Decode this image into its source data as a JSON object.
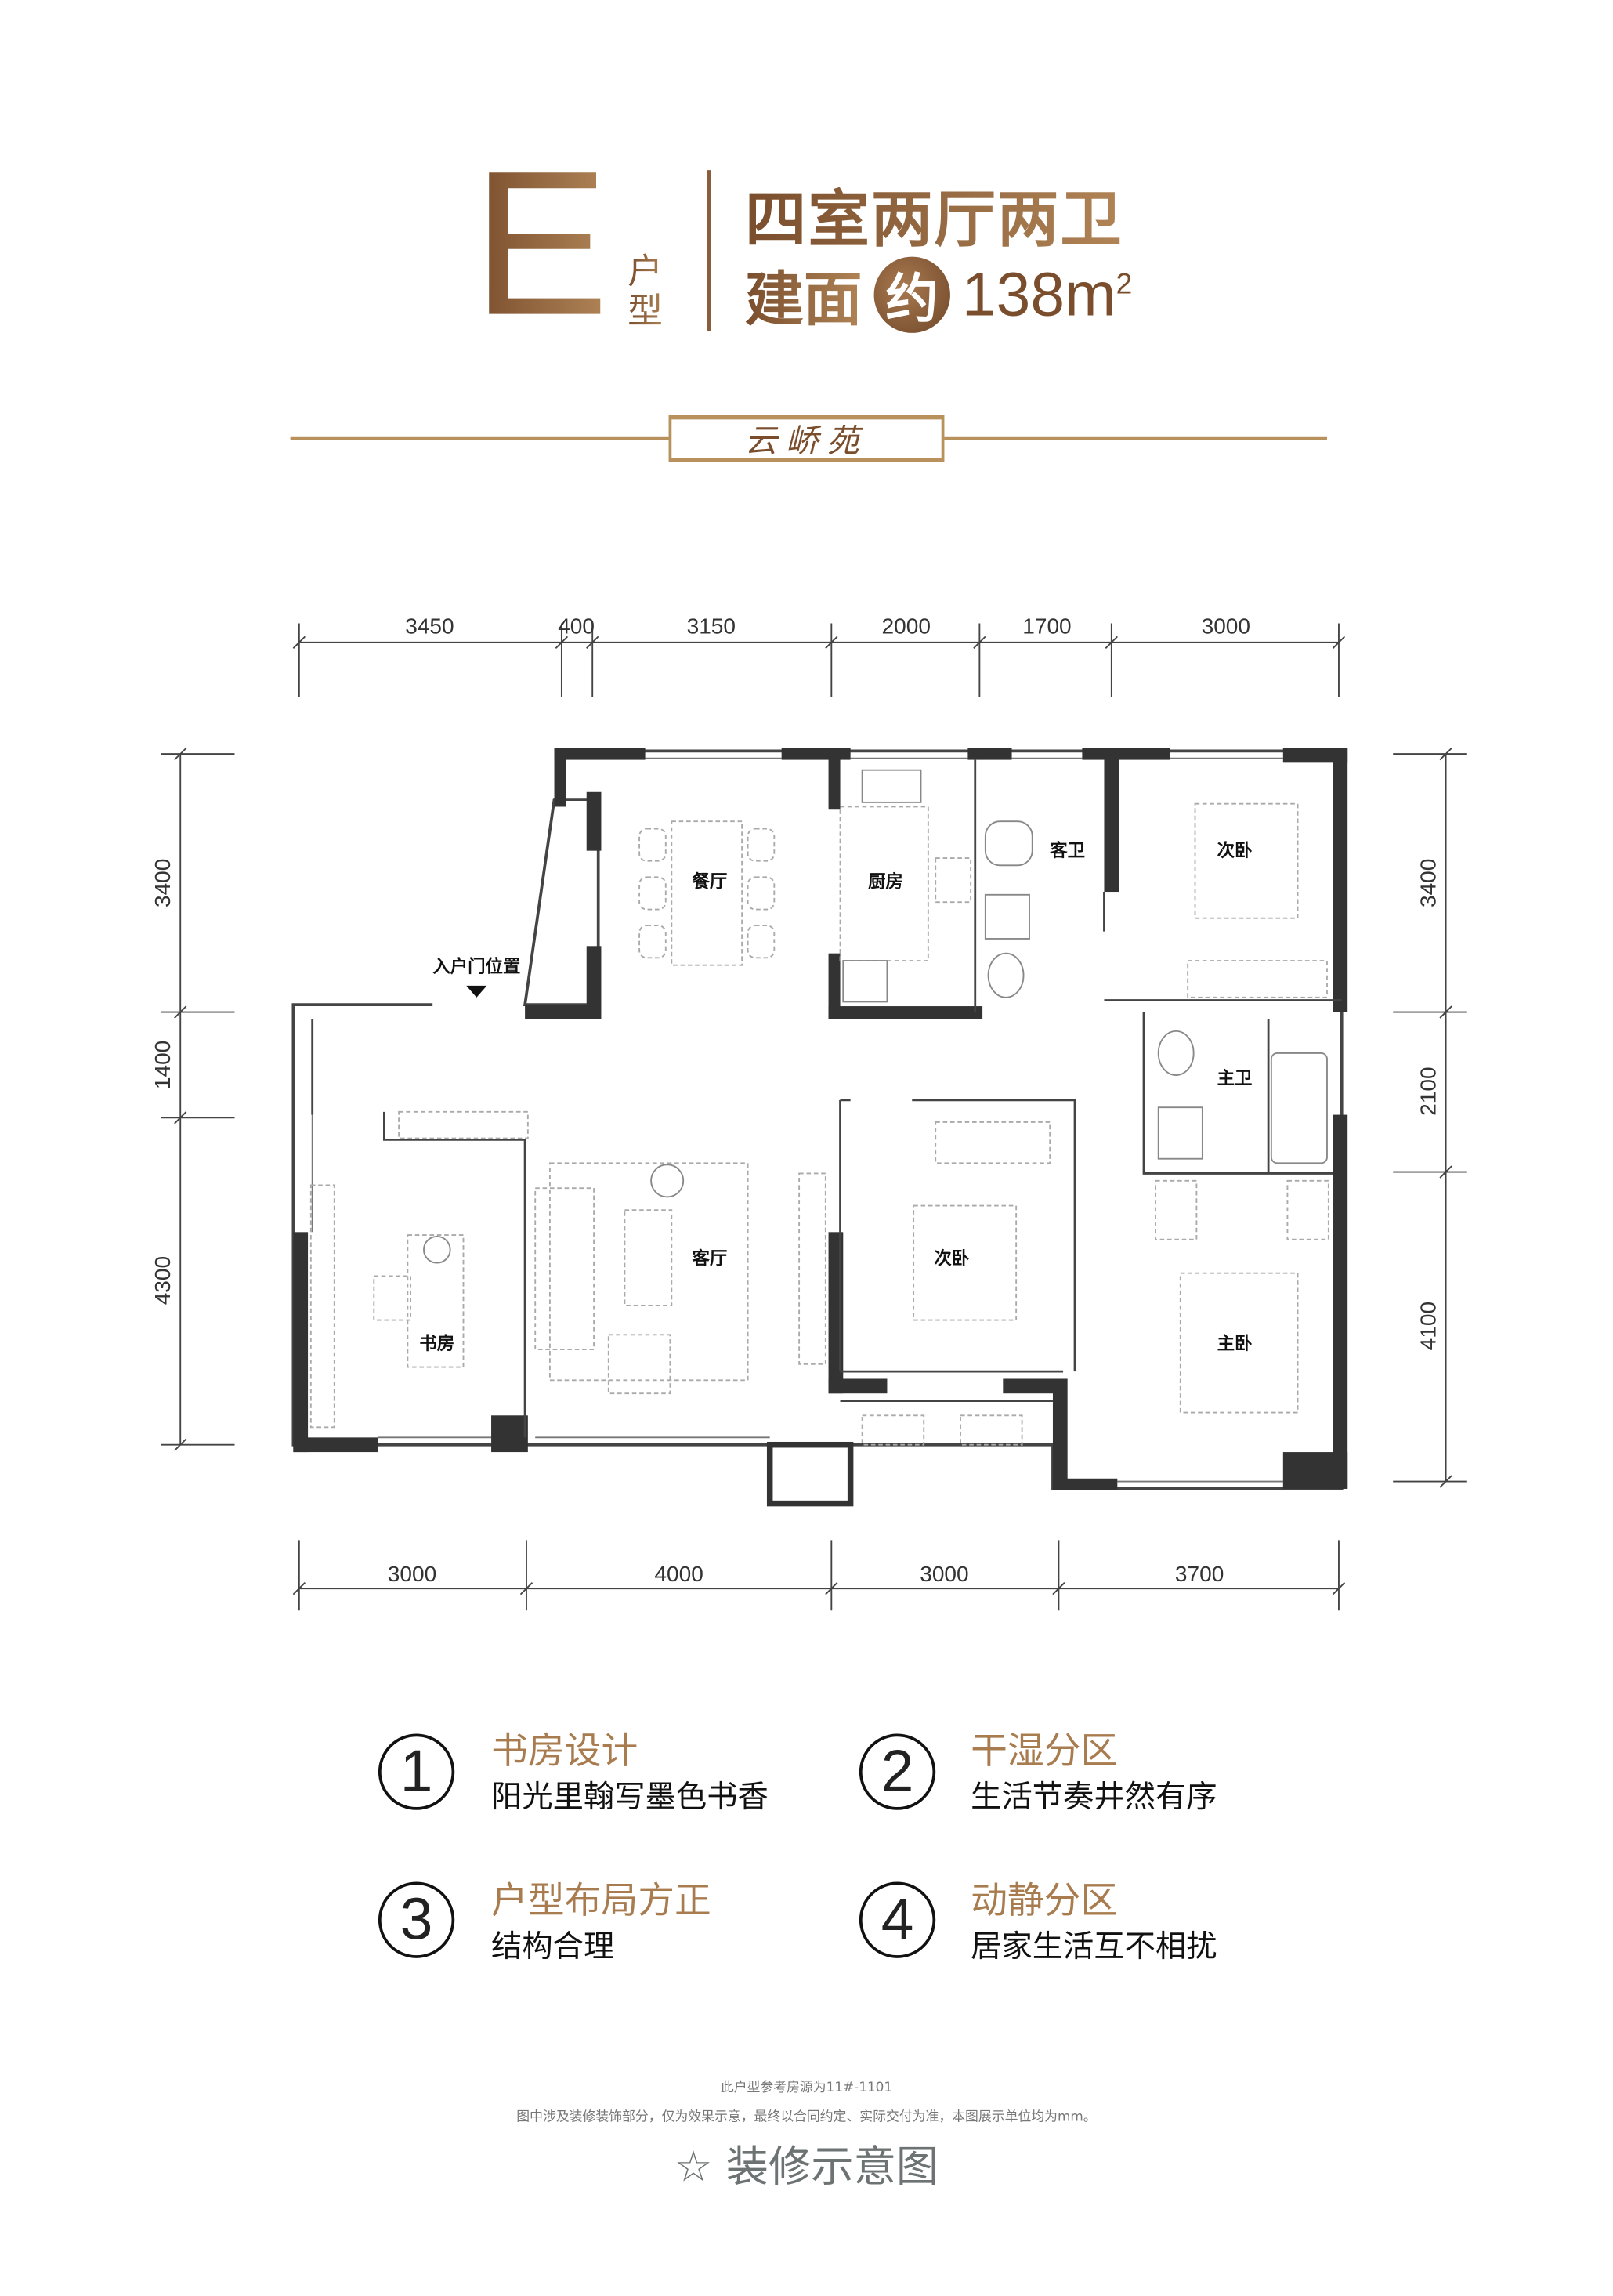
{
  "header": {
    "unit_letter": "E",
    "unit_type_label": "户型",
    "layout": "四室两厅两卫",
    "area_label": "建面",
    "area_approx": "约",
    "area_value": "138m",
    "area_unit_sup": "2",
    "project_name": "云峤苑"
  },
  "dimensions": {
    "top": [
      "3450",
      "400",
      "3150",
      "2000",
      "1700",
      "3000"
    ],
    "bottom": [
      "3000",
      "4000",
      "3000",
      "3700"
    ],
    "left": [
      "3400",
      "1400",
      "4300"
    ],
    "right": [
      "3400",
      "2100",
      "4100"
    ]
  },
  "rooms": {
    "dining": "餐厅",
    "kitchen": "厨房",
    "guest_bath": "客卫",
    "second_bedroom_1": "次卧",
    "entrance": "入户门位置",
    "master_bath": "主卫",
    "study": "书房",
    "living": "客厅",
    "second_bedroom_2": "次卧",
    "master_bedroom": "主卧"
  },
  "features": [
    {
      "num": "1",
      "title": "书房设计",
      "desc": "阳光里翰写墨色书香"
    },
    {
      "num": "2",
      "title": "干湿分区",
      "desc": "生活节奏井然有序"
    },
    {
      "num": "3",
      "title": "户型布局方正",
      "desc": "结构合理"
    },
    {
      "num": "4",
      "title": "动静分区",
      "desc": "居家生活互不相扰"
    }
  ],
  "footer": {
    "reference": "此户型参考房源为11#-1101",
    "disclaimer": "图中涉及装修装饰部分，仅为效果示意，最终以合同约定、实际交付为准，本图展示单位均为mm。",
    "star": "☆",
    "caption": "装修示意图"
  },
  "colors": {
    "gold": "#a87c4f",
    "dark_gold": "#7a4e2d",
    "wall": "#333333"
  }
}
